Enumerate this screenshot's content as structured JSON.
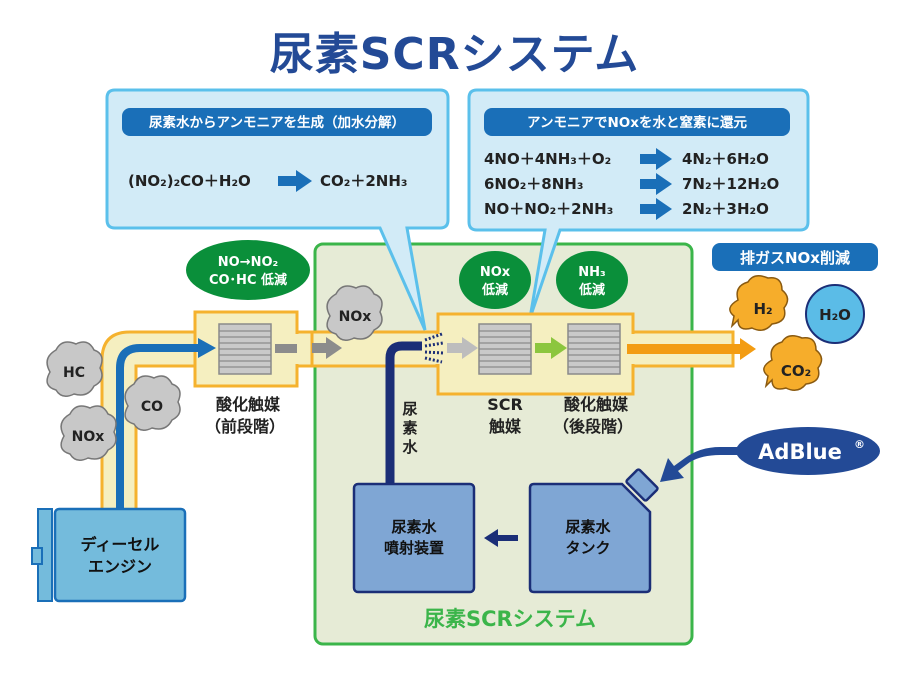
{
  "title": "尿素SCRシステム",
  "colors": {
    "title": "#234a96",
    "callout_fill": "#d2ebf7",
    "callout_stroke": "#5bc0eb",
    "callout_header": "#1a6fb8",
    "green_badge": "#0a8f3a",
    "system_fill": "#e6ebd6",
    "system_stroke": "#3bb54a",
    "pipe_fill": "#f5efc0",
    "pipe_stroke": "#f5b22e",
    "engine": "#74bbdc",
    "urea_box": "#7fa6d4",
    "urea_stroke": "#1b2e77",
    "adblue": "#234a96",
    "orange_cloud": "#f6ad2b",
    "gray_cloud": "#c8c8c8",
    "h2o_circle": "#5bbce7"
  },
  "callout_hydrolysis": {
    "header": "尿素水からアンモニアを生成（加水分解）",
    "equation": {
      "left": "(NO₂)₂CO＋H₂O",
      "right": "CO₂＋2NH₃"
    }
  },
  "callout_reduction": {
    "header": "アンモニアでNOxを水と窒素に還元",
    "equations": [
      {
        "left": "4NO＋4NH₃＋O₂",
        "right": "4N₂＋6H₂O"
      },
      {
        "left": "6NO₂＋8NH₃",
        "right": "7N₂＋12H₂O"
      },
      {
        "left": "NO＋NO₂＋2NH₃",
        "right": "2N₂＋3H₂O"
      }
    ]
  },
  "badges": {
    "pre_oxidation": [
      "NO→NO₂",
      "CO･HC 低減"
    ],
    "scr": [
      "NOx",
      "低減"
    ],
    "post_oxidation": [
      "NH₃",
      "低減"
    ]
  },
  "clouds_in": [
    "HC",
    "CO",
    "NOx"
  ],
  "cloud_mid": "NOx",
  "outputs": {
    "label": "排ガスNOx削減",
    "items": [
      "H₂",
      "H₂O",
      "CO₂"
    ]
  },
  "labels": {
    "pre_catalyst": [
      "酸化触媒",
      "（前段階）"
    ],
    "scr_catalyst": [
      "SCR",
      "触媒"
    ],
    "post_catalyst": [
      "酸化触媒",
      "（後段階）"
    ],
    "urea_line": [
      "尿",
      "素",
      "水"
    ],
    "engine": [
      "ディーセル",
      "エンジン"
    ],
    "injector": [
      "尿素水",
      "噴射装置"
    ],
    "tank": [
      "尿素水",
      "タンク"
    ],
    "adblue": "AdBlue",
    "adblue_mark": "®",
    "system_label": "尿素SCRシステム"
  }
}
